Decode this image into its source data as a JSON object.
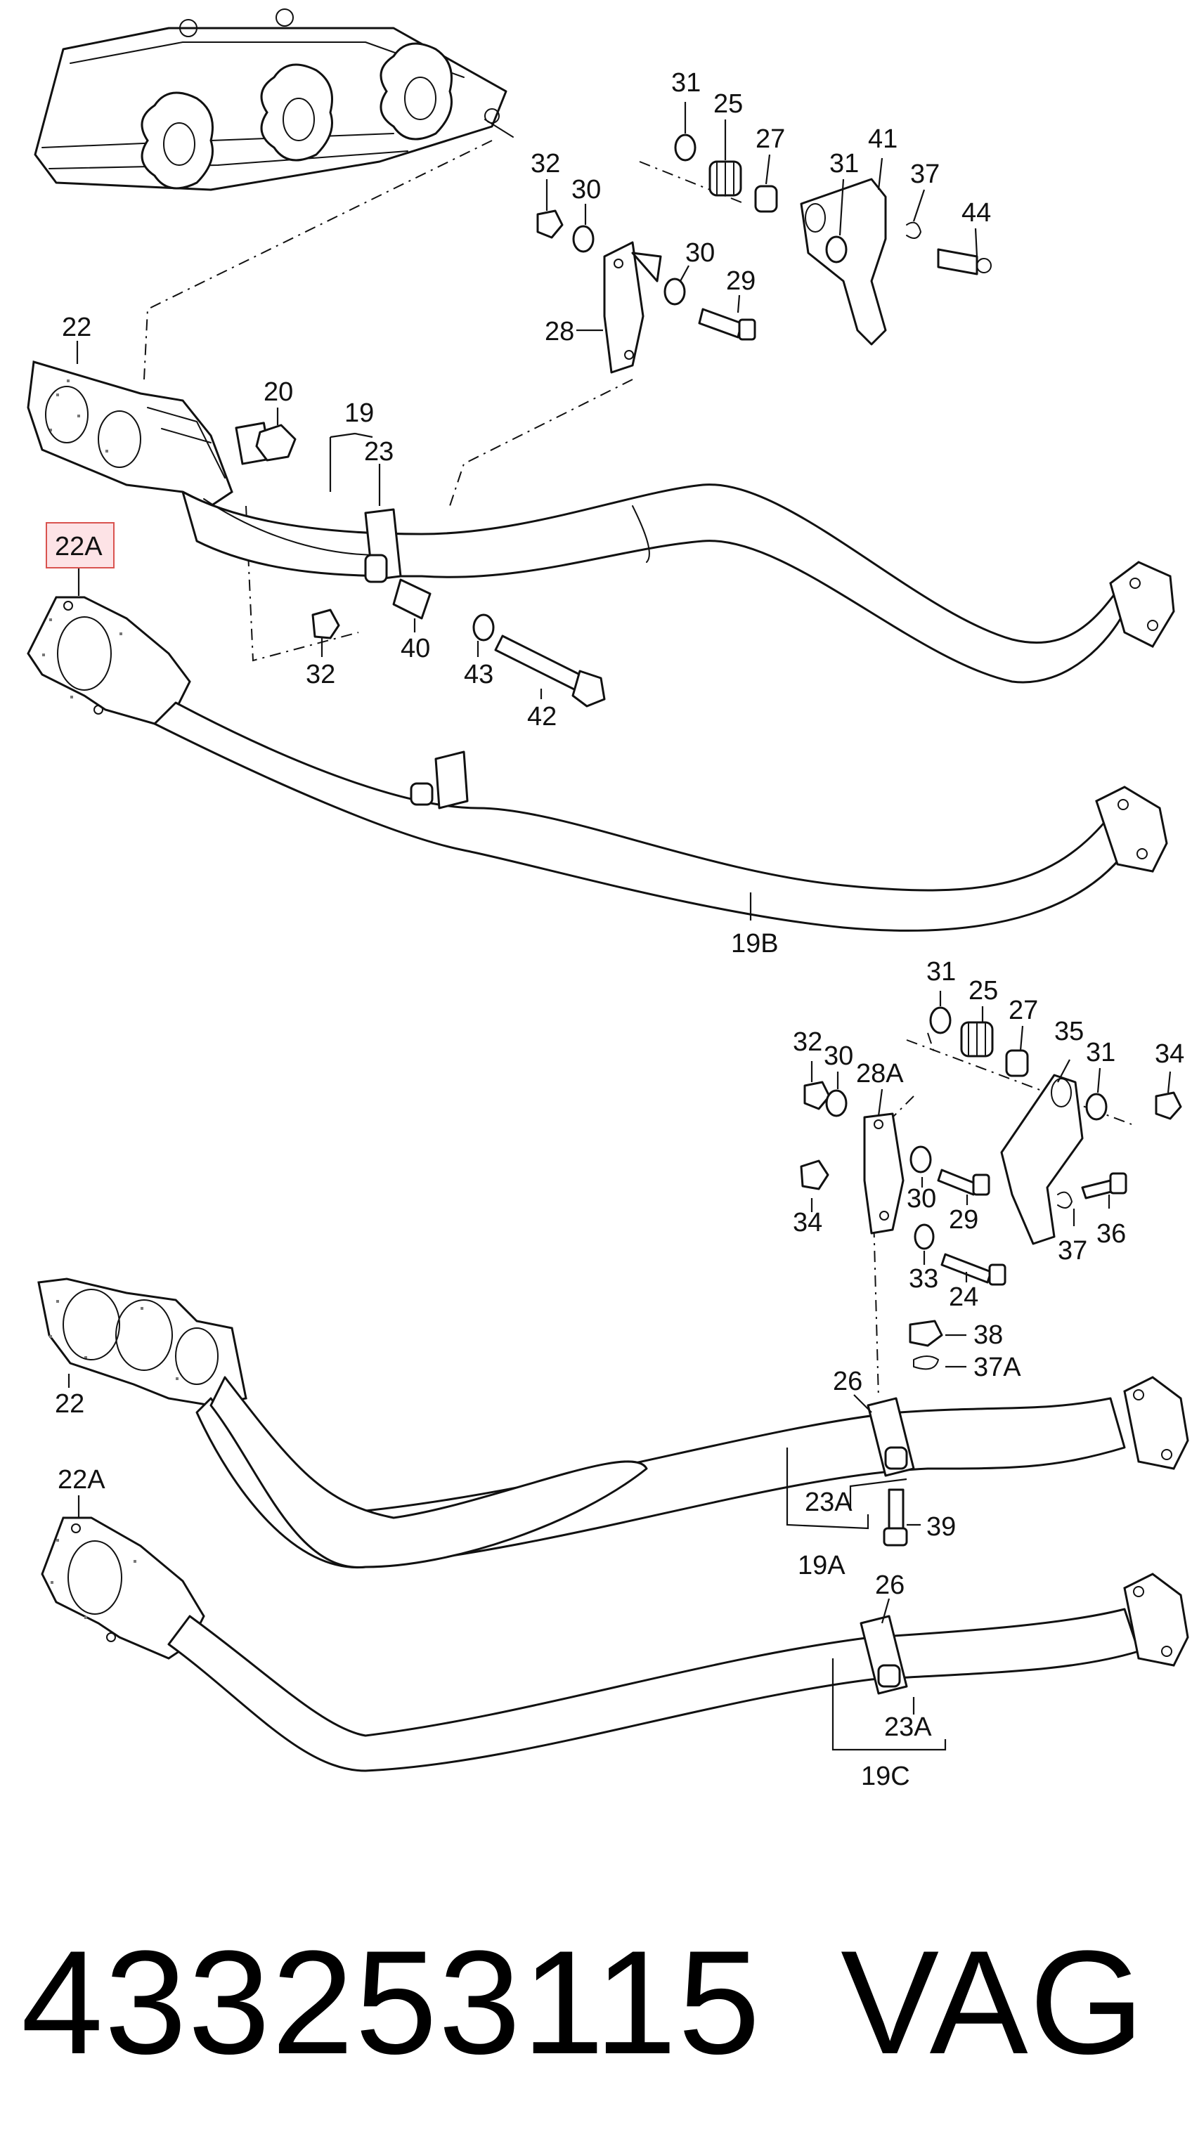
{
  "diagram": {
    "labels": {
      "l31a": "31",
      "l25a": "25",
      "l27a": "27",
      "l41": "41",
      "l31b": "31",
      "l37a": "37",
      "l44": "44",
      "l32a": "32",
      "l30a": "30",
      "l30b": "30",
      "l29a": "29",
      "l28": "28",
      "l22a": "22",
      "l20": "20",
      "l19": "19",
      "l23": "23",
      "l22A": "22A",
      "l32b": "32",
      "l40": "40",
      "l43": "43",
      "l42": "42",
      "l19B": "19B",
      "l31c": "31",
      "l25b": "25",
      "l27b": "27",
      "l35": "35",
      "l31d": "31",
      "l34a": "34",
      "l32c": "32",
      "l30c": "30",
      "l28A": "28A",
      "l34b": "34",
      "l30d": "30",
      "l29b": "29",
      "l37b": "37",
      "l36": "36",
      "l33": "33",
      "l24": "24",
      "l38": "38",
      "l37A": "37A",
      "l22b": "22",
      "l26a": "26",
      "l23Aa": "23A",
      "l39": "39",
      "l19A": "19A",
      "l22Ab": "22A",
      "l26b": "26",
      "l23Ab": "23A",
      "l19C": "19C"
    },
    "highlight_label": "22A"
  },
  "footer": {
    "part_number": "433253115",
    "brand": "VAG"
  },
  "colors": {
    "highlight_fill": "#fde3e6",
    "highlight_stroke": "#d9534f",
    "line": "#111111"
  }
}
